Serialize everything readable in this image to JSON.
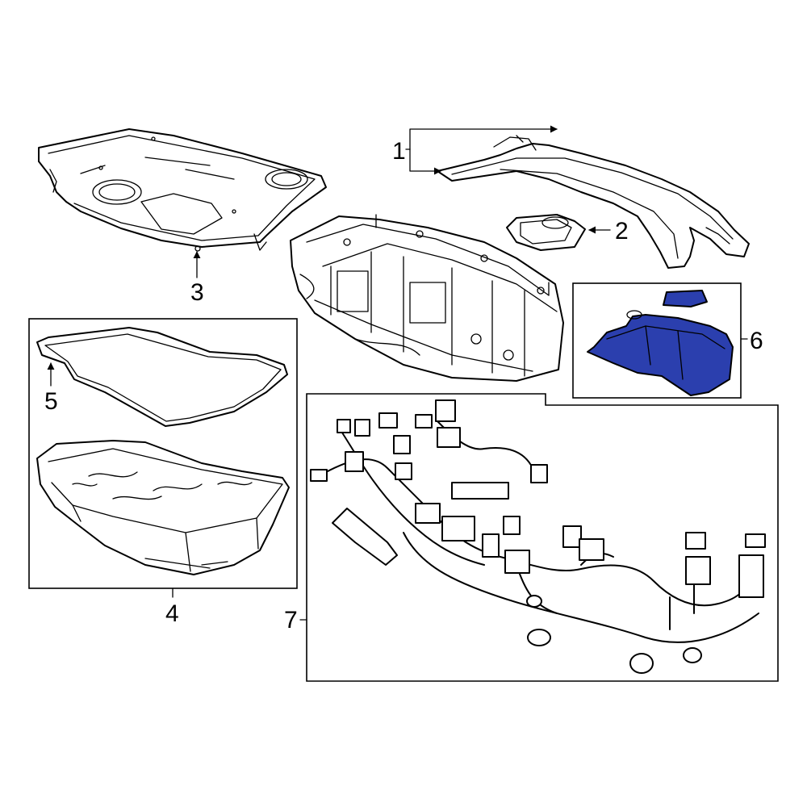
{
  "diagram": {
    "background": "#ffffff",
    "line_color": "#000000",
    "highlight_color": "#2b3fae",
    "callouts": [
      {
        "id": "1",
        "label": "1"
      },
      {
        "id": "2",
        "label": "2"
      },
      {
        "id": "3",
        "label": "3"
      },
      {
        "id": "4",
        "label": "4"
      },
      {
        "id": "5",
        "label": "5"
      },
      {
        "id": "6",
        "label": "6"
      },
      {
        "id": "7",
        "label": "7"
      }
    ],
    "highlighted_part": "6"
  }
}
